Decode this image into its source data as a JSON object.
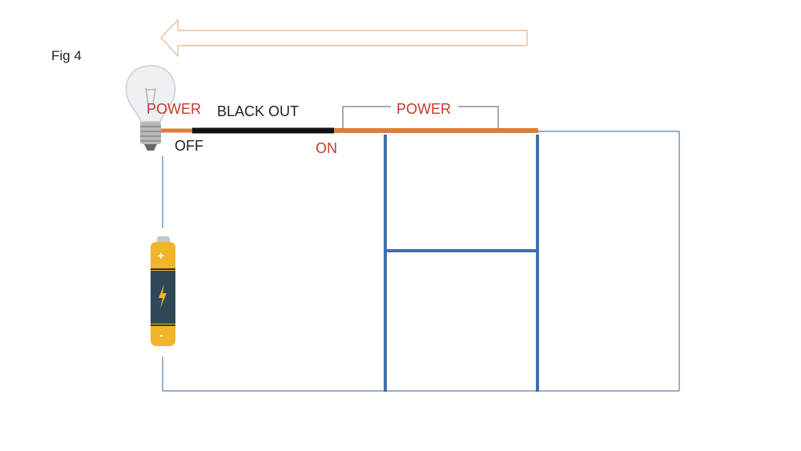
{
  "figure_label": "Fig 4",
  "labels": {
    "power_left": "POWER",
    "black_out": "BLACK OUT",
    "power_right": "POWER",
    "off": "OFF",
    "on": "ON"
  },
  "battery": {
    "plus": "+",
    "minus": "-"
  },
  "colors": {
    "power": "#e07b39",
    "blackout": "#111111",
    "frame": "#5a7fa8",
    "blue_line": "#3f6fb0",
    "label_red": "#c0392b",
    "arrow": "#e8b48a"
  }
}
